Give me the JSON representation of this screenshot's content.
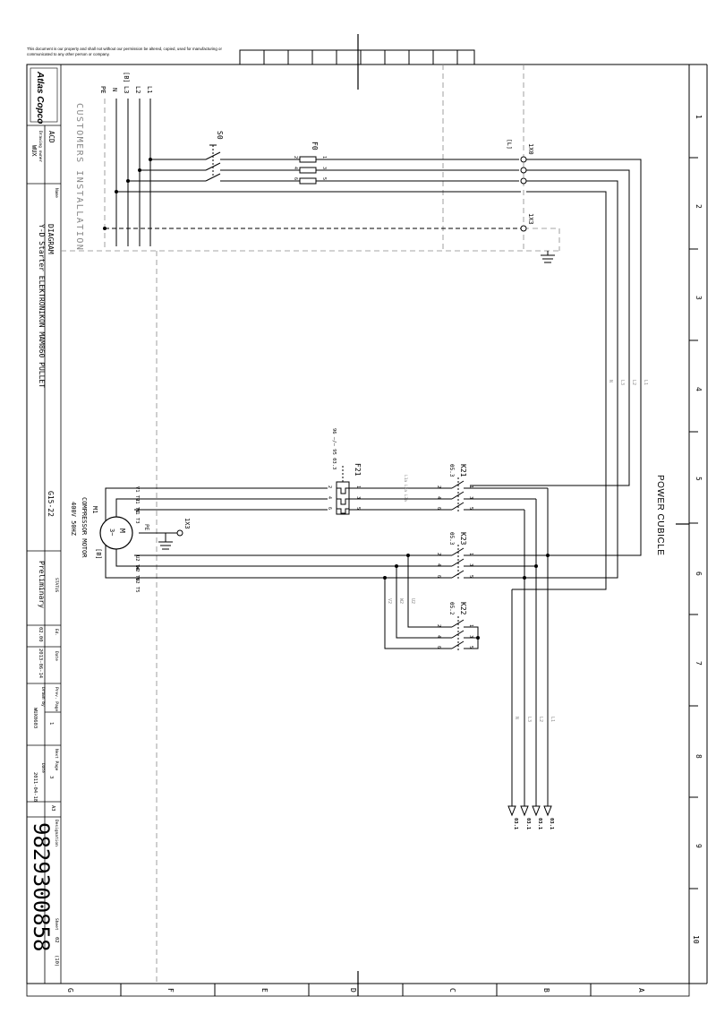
{
  "notice": "This document is our property and shall not without our permission be altered, copied, used for manufacturing or communicated to any other person or company.",
  "title_block": {
    "logo": "Atlas Copco",
    "company": "ACD",
    "drawing_owner_label": "Drawing owner",
    "drawing_owner": "WUX",
    "name_label": "Name",
    "title_1": "DIAGRAM",
    "title_2": "Y-D Starter ELEKTRONIKON MAM860 PULLET",
    "drawing_code": "G15-22",
    "status_label": "STATUS",
    "status": "Preliminary",
    "ed_label": "Ed.",
    "ed": "02.00",
    "date_label": "Date",
    "date": "2013-06-14",
    "prev_page_label": "Prev. Page",
    "prev_page": "1",
    "drawn_by_label": "Drawn by",
    "drawn_by": "WUX0603",
    "next_page_label": "Next Page",
    "next_page": "3",
    "date2_label": "Date",
    "date2": "2011-04-18",
    "size": "A3",
    "designation_label": "Designation",
    "designation": "9829300858",
    "sheet_label": "Sheet",
    "sheet": "02",
    "sheet_total": "(10)"
  },
  "grid": {
    "numbers": [
      "1",
      "2",
      "3",
      "4",
      "5",
      "6",
      "7",
      "8",
      "9",
      "10"
    ],
    "letters": [
      "G",
      "F",
      "E",
      "D",
      "C",
      "B",
      "A"
    ]
  },
  "labels": {
    "customers_installation": "CUSTOMERS INSTALLATION",
    "power_cubicle": "POWER CUBICLE",
    "supply_b": "[B]",
    "supply_l1": "L1",
    "supply_l2": "L2",
    "supply_l3": "L3",
    "supply_n": "N",
    "supply_pe": "PE",
    "s0": "S0",
    "f0": "F0",
    "f0_pins_left": [
      "2",
      "4",
      "6"
    ],
    "f0_pins_right": [
      "1",
      "3",
      "5"
    ],
    "x0": "1X0",
    "x0_ref": "[L]",
    "x3_top": "1X3",
    "f21": "F21",
    "f21_ref": "96 —/— 95 03.3",
    "f21_pins_left": [
      "2",
      "4",
      "6"
    ],
    "f21_pins_right": [
      "1",
      "3",
      "5"
    ],
    "f21_tag": "L1a L2a L3a",
    "k21": "K21",
    "k21_ref": "05.3",
    "k23": "K23",
    "k23_ref": "05.3",
    "k22": "K22",
    "k22_ref": "05.2",
    "k_pins_left": [
      "2",
      "4",
      "6"
    ],
    "k_pins_right": [
      "1",
      "3",
      "5"
    ],
    "m1": "M1",
    "motor_desc_1": "COMPRESSOR MOTOR",
    "motor_desc_2": "400V 50HZ",
    "motor_ref": "[B]",
    "motor_symbol": "M",
    "motor_phase": "3~",
    "motor_pe": "PE",
    "motor_x3": "1X3",
    "motor_top_terminals": [
      "V1 T2",
      "U1 T1",
      "W1 T3"
    ],
    "motor_bottom_terminals": [
      "U2 T4",
      "W2 T6",
      "V2 T5"
    ],
    "vertical_wire_tags": [
      "N",
      "L3",
      "L2",
      "L1"
    ],
    "k22_wire_tags": [
      "V2",
      "W2",
      "U2"
    ],
    "bottom_wire_tags": [
      "N",
      "L3",
      "L2",
      "L1"
    ],
    "arrow_targets": [
      "03.1",
      "03.1",
      "03.1",
      "03.1"
    ]
  }
}
